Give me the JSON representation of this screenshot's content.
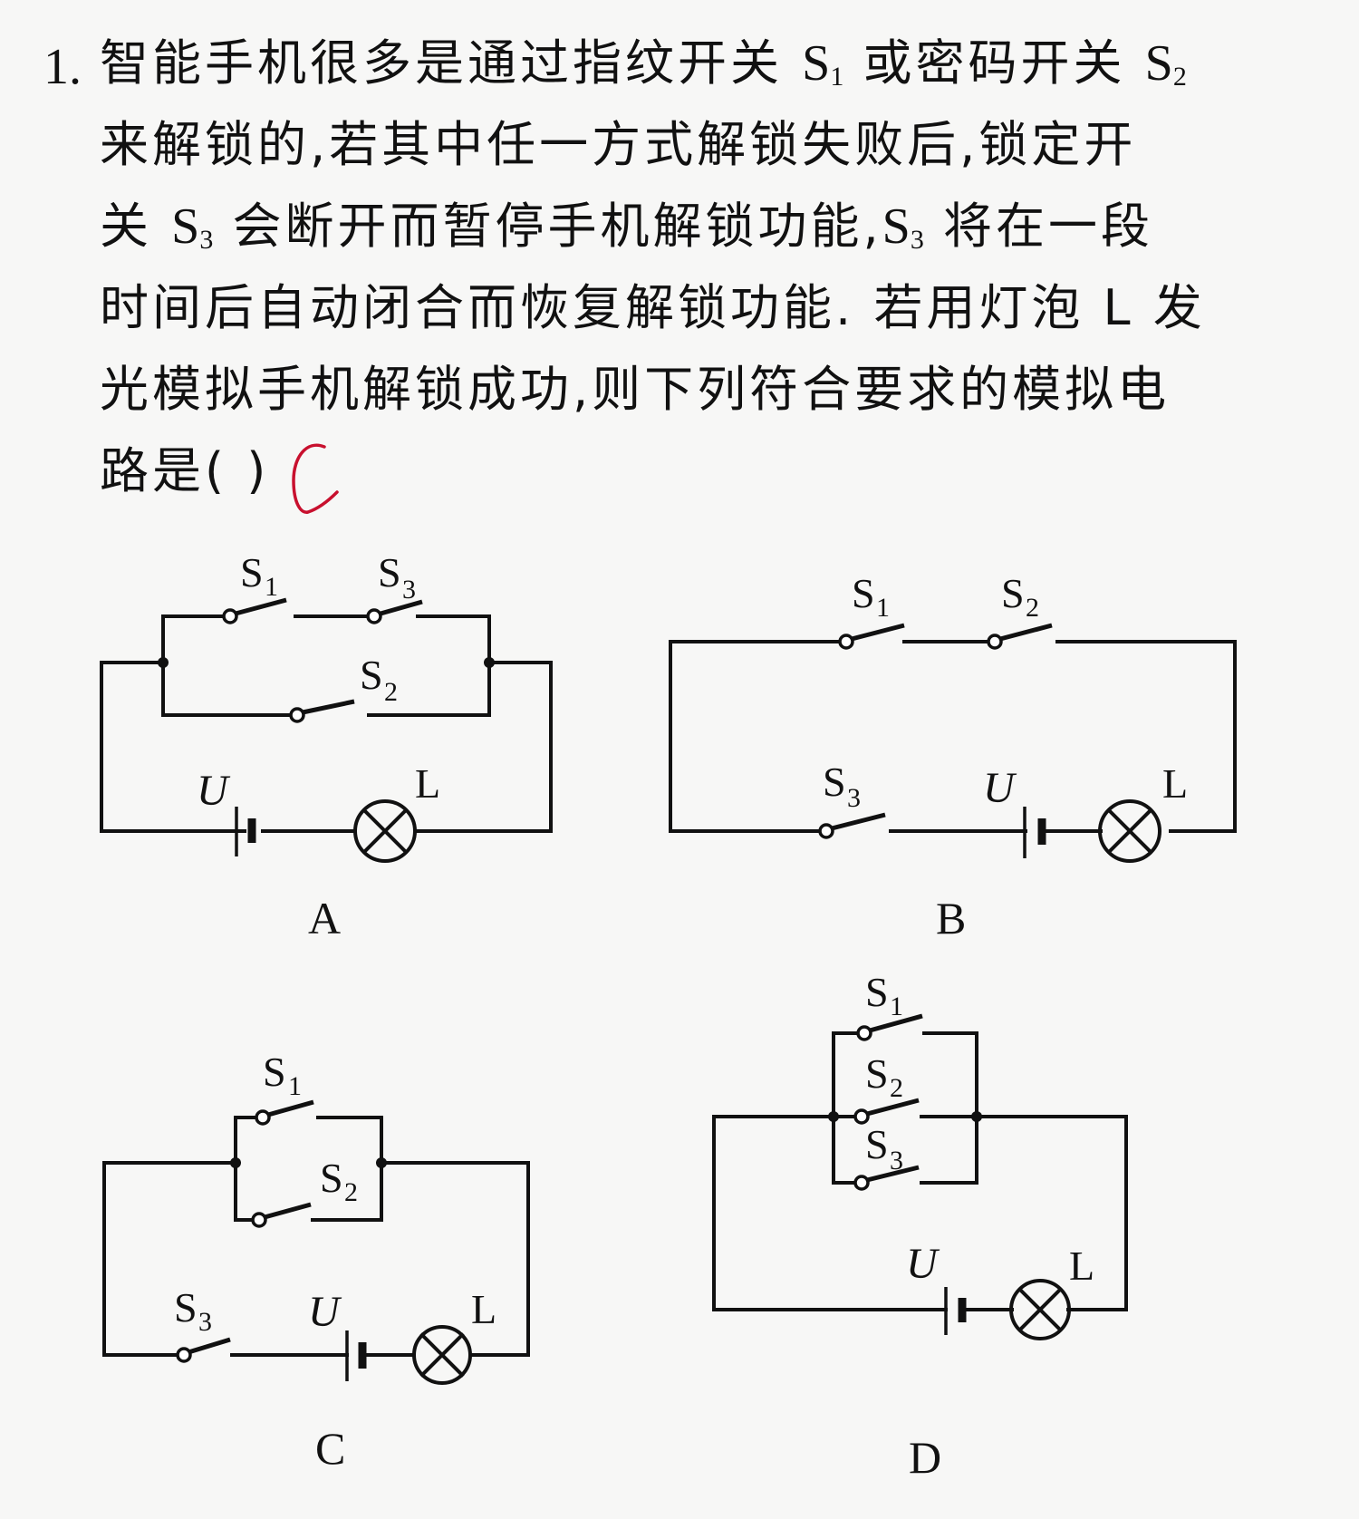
{
  "question": {
    "number": "1.",
    "lines": [
      [
        "智能手机很多是通过指纹开关 ",
        "S",
        "1",
        " 或密码开关 ",
        "S",
        "2"
      ],
      [
        "来解锁的,若其中任一方式解锁失败后,锁定开"
      ],
      [
        "关 ",
        "S",
        "3",
        " 会断开而暂停手机解锁功能,",
        "S",
        "3",
        " 将在一段"
      ],
      [
        "时间后自动闭合而恢复解锁功能. 若用灯泡 L 发"
      ],
      [
        "光模拟手机解锁成功,则下列符合要求的模拟电"
      ],
      [
        "路是(      )"
      ]
    ],
    "line1": {
      "pre": "智能手机很多是通过指纹开关 ",
      "s1": "S",
      "s1_sub": "1",
      "mid": " 或密码开关 ",
      "s2": "S",
      "s2_sub": "2"
    },
    "line2": "来解锁的,若其中任一方式解锁失败后,锁定开",
    "line3": {
      "pre": "关 ",
      "s": "S",
      "s_sub": "3",
      "mid": " 会断开而暂停手机解锁功能,",
      "s2": "S",
      "s2_sub": "3",
      "post": " 将在一段"
    },
    "line4": "时间后自动闭合而恢复解锁功能. 若用灯泡 L 发",
    "line5": "光模拟手机解锁成功,则下列符合要求的模拟电",
    "line6": "路是(      )",
    "handwritten_answer": "C",
    "handwritten_color": "#c8102e"
  },
  "options": {
    "A": {
      "label": "A",
      "switch_labels": [
        "S",
        "1",
        "S",
        "3",
        "S",
        "2"
      ],
      "battery": "U",
      "lamp": "L",
      "description": "S1 and S3 in series on top branch, S2 on bottom branch; branches in parallel, then series with battery U and lamp L"
    },
    "B": {
      "label": "B",
      "switch_labels": [
        "S",
        "1",
        "S",
        "2",
        "S",
        "3"
      ],
      "battery": "U",
      "lamp": "L",
      "description": "S1, S2, S3, battery U and lamp L all in series"
    },
    "C": {
      "label": "C",
      "switch_labels": [
        "S",
        "1",
        "S",
        "2",
        "S",
        "3"
      ],
      "battery": "U",
      "lamp": "L",
      "description": "S1 parallel with S2, then series with S3, battery U and lamp L"
    },
    "D": {
      "label": "D",
      "switch_labels": [
        "S",
        "1",
        "S",
        "2",
        "S",
        "3"
      ],
      "battery": "U",
      "lamp": "L",
      "description": "S1, S2, S3 all in parallel, then series with battery U and lamp L"
    }
  },
  "colors": {
    "ink": "#111111",
    "paper": "#f7f7f6",
    "answer_red": "#c8102e"
  }
}
